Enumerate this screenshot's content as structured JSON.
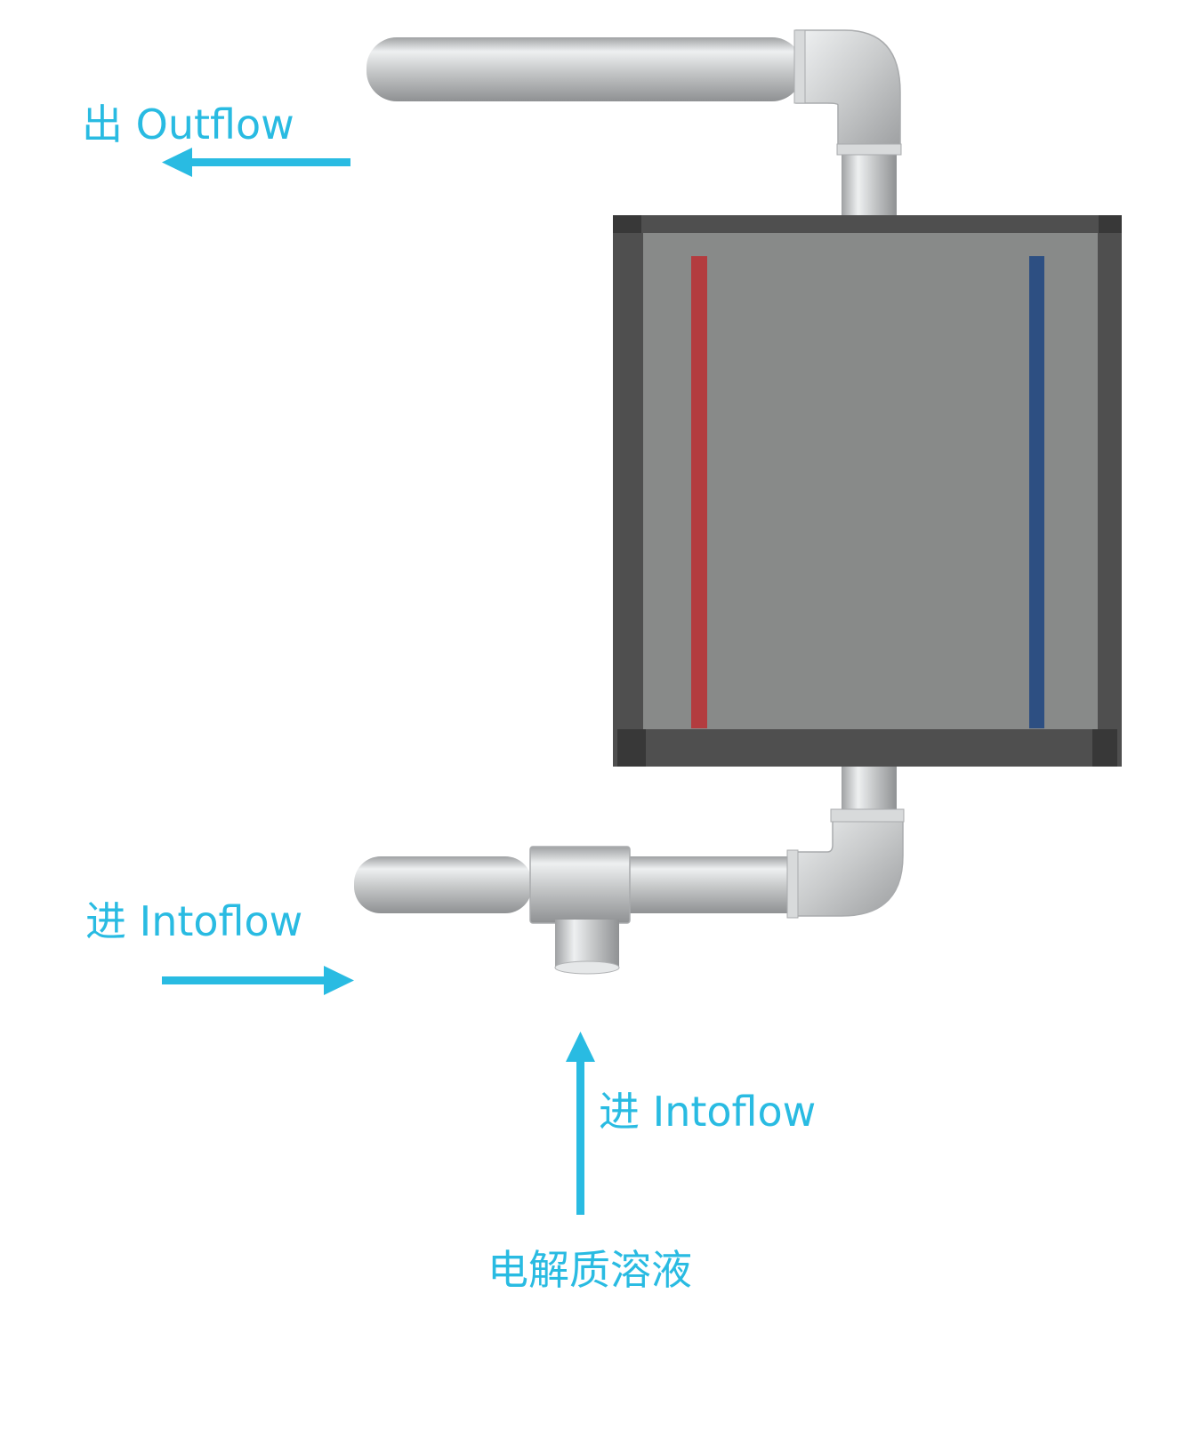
{
  "labels": {
    "outflow": "出 Outflow",
    "intoflow_left": "进 Intoflow",
    "intoflow_bottom": "进 Intoflow",
    "electrolyte": "电解质溶液"
  },
  "colors": {
    "accent": "#29bbe2",
    "pipe_light": "#eef0f1",
    "pipe_mid": "#c4c6c7",
    "pipe_dark": "#9a9c9e",
    "cell_frame": "#4f4f4f",
    "cell_corner": "#383838",
    "cell_fill": "#888a89",
    "electrode_anode": "#b33c3f",
    "electrode_cathode": "#2d4f82"
  },
  "icons": {
    "outflow_arrow": "arrow-left-icon",
    "intoflow_left_arrow": "arrow-right-icon",
    "intoflow_bottom_arrow": "arrow-up-icon"
  }
}
